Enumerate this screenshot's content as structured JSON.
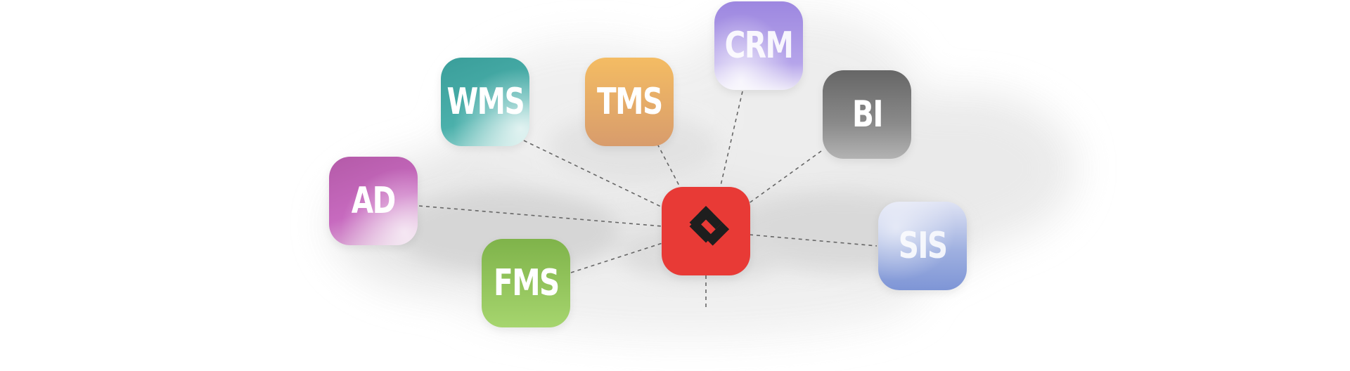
{
  "diagram": {
    "hub": {
      "icon": "diamond-grid-logo-icon",
      "color": "#e83a36"
    },
    "nodes": [
      {
        "id": "wms",
        "label": "WMS",
        "color": "#45a8a3"
      },
      {
        "id": "tms",
        "label": "TMS",
        "color": "#eab063"
      },
      {
        "id": "crm",
        "label": "CRM",
        "color": "#a28ee3"
      },
      {
        "id": "bi",
        "label": "BI",
        "color": "#777777"
      },
      {
        "id": "ad",
        "label": "AD",
        "color": "#c062b4"
      },
      {
        "id": "fms",
        "label": "FMS",
        "color": "#8cc258"
      },
      {
        "id": "sis",
        "label": "SIS",
        "color": "#8ea1dc"
      }
    ],
    "connector_style": "dashed"
  }
}
